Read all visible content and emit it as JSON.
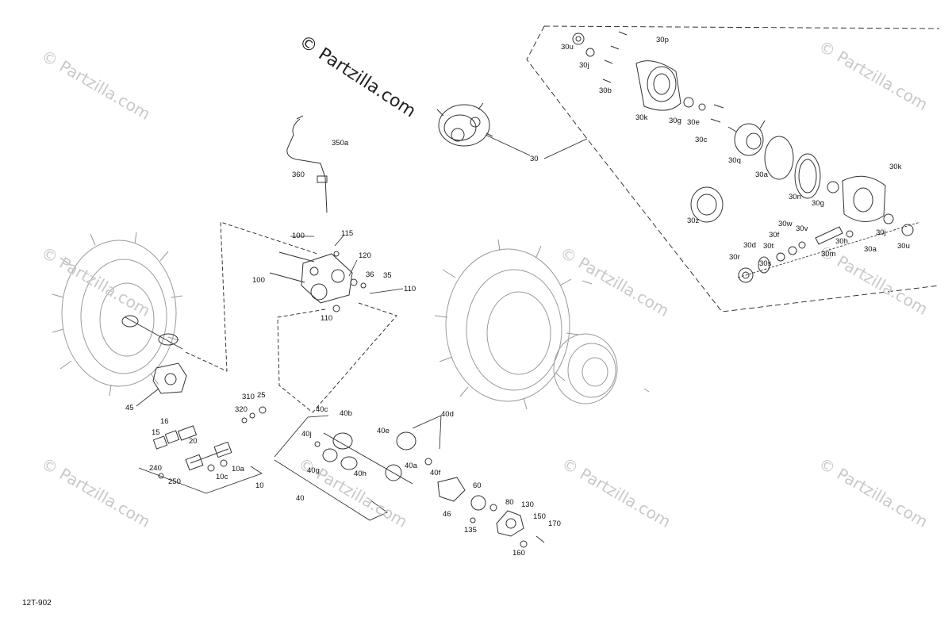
{
  "watermark": {
    "main": "© Partzilla.com",
    "repeat": "© Partzilla.com"
  },
  "drawing_code": "12T-902",
  "callouts": {
    "c30p": "30p",
    "c30u_top": "30u",
    "c30j_top": "30j",
    "c30b": "30b",
    "c30k_top": "30k",
    "c30g_top": "30g",
    "c30e": "30e",
    "c30c": "30c",
    "c30q": "30q",
    "c30a_mid": "30a",
    "c30n": "30n",
    "c30k_right": "30k",
    "c30g_right": "30g",
    "c30z": "30z",
    "c30w": "30w",
    "c30v": "30v",
    "c30f": "30f",
    "c30d": "30d",
    "c30t": "30t",
    "c30s": "30s",
    "c30r": "30r",
    "c30m": "30m",
    "c30h": "30h",
    "c30j_right": "30j",
    "c30a_right": "30a",
    "c30u_right": "30u",
    "c30": "30",
    "c350a": "350a",
    "c360": "360",
    "c100_top": "100",
    "c100_bot": "100",
    "c115": "115",
    "c120": "120",
    "c36": "36",
    "c35": "35",
    "c110_right": "110",
    "c110_bot": "110",
    "c45": "45",
    "c310": "310",
    "c25": "25",
    "c320": "320",
    "c16": "16",
    "c15": "15",
    "c20": "20",
    "c240": "240",
    "c250": "250",
    "c10a": "10a",
    "c10c": "10c",
    "c10": "10",
    "c40c": "40c",
    "c40b": "40b",
    "c40j": "40j",
    "c40e": "40e",
    "c40d": "40d",
    "c40g": "40g",
    "c40h": "40h",
    "c40a": "40a",
    "c40f": "40f",
    "c40": "40",
    "c60": "60",
    "c80": "80",
    "c130": "130",
    "c46": "46",
    "c135": "135",
    "c150": "150",
    "c170": "170",
    "c160": "160"
  }
}
